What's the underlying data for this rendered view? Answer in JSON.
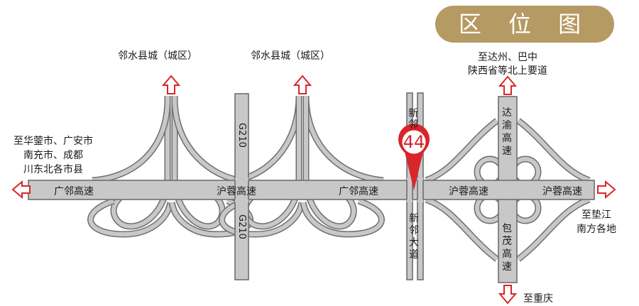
{
  "title": "区 位 图",
  "pin_number": "44",
  "colors": {
    "title_bg": "#b59a63",
    "pin": "#d8262a",
    "road_fill": "#c8c8c8",
    "road_edge": "#6e6e6e"
  },
  "destinations": {
    "north_left": "邻水县城（城区）",
    "north_mid": "邻水县城（城区）",
    "north_right_1": "至达州、巴中",
    "north_right_2": "陕西省等北上要道",
    "west_1": "至华蓥市、广安市",
    "west_2": "南充市、成都",
    "west_3": "川东北各市县",
    "east_1": "至垫江",
    "east_2": "南方各地",
    "south": "至重庆"
  },
  "roads": {
    "guangling_1": "广邻高速",
    "guangling_2": "广邻高速",
    "hurong_1": "沪蓉高速",
    "hurong_2": "沪蓉高速",
    "hurong_3": "沪蓉高速",
    "g210": "G210",
    "xinlin_top": "新邻",
    "xinlin_bottom": "新邻大道",
    "dayu": "达渝高速",
    "baomao": "包茂高速"
  }
}
